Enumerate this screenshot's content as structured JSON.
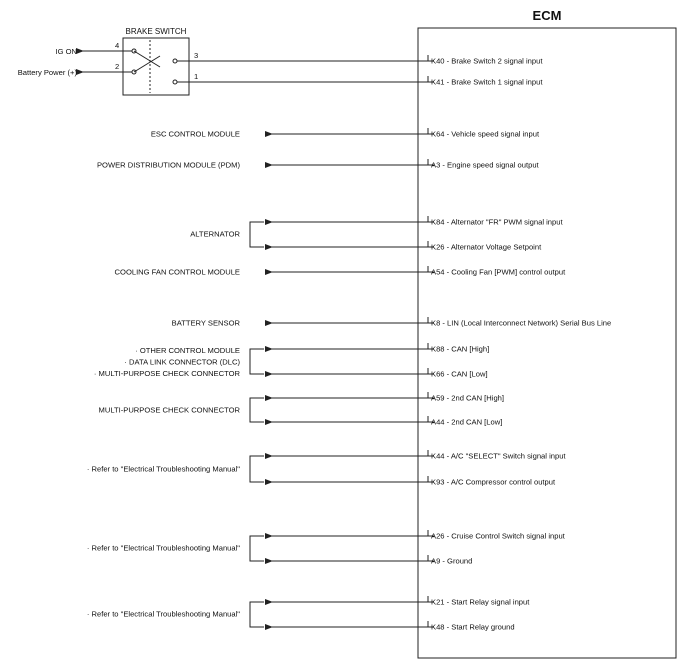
{
  "ecm": {
    "title": "ECM"
  },
  "brake_switch": {
    "title": "BRAKE SWITCH",
    "left_terminals": [
      {
        "pin": "4",
        "label": "IG ON"
      },
      {
        "pin": "2",
        "label": "Battery Power (+)"
      }
    ],
    "right_terminals": [
      {
        "pin": "3"
      },
      {
        "pin": "1"
      }
    ]
  },
  "signals": [
    {
      "label": "K40 - Brake Switch 2 signal input"
    },
    {
      "label": "K41 - Brake Switch 1 signal input"
    },
    {
      "label": "K64 - Vehicle speed signal input"
    },
    {
      "label": "A3 - Engine speed signal output"
    },
    {
      "label": "K84 - Alternator \"FR\" PWM signal input"
    },
    {
      "label": "K26 - Alternator Voltage Setpoint"
    },
    {
      "label": "A54 - Cooling Fan [PWM] control output"
    },
    {
      "label": "K8 - LIN (Local Interconnect Network) Serial Bus Line"
    },
    {
      "label": "K88 - CAN [High]"
    },
    {
      "label": "K66 - CAN [Low]"
    },
    {
      "label": "A59 - 2nd CAN [High]"
    },
    {
      "label": "A44 - 2nd CAN [Low]"
    },
    {
      "label": "K44 - A/C \"SELECT\" Switch signal input"
    },
    {
      "label": "K93 - A/C Compressor control output"
    },
    {
      "label": "A26 - Cruise Control Switch signal input"
    },
    {
      "label": "A9 - Ground"
    },
    {
      "label": "K21 - Start Relay signal input"
    },
    {
      "label": "K48 - Start Relay ground"
    }
  ],
  "modules": [
    {
      "lines": [
        "ESC CONTROL MODULE"
      ]
    },
    {
      "lines": [
        "POWER DISTRIBUTION MODULE (PDM)"
      ]
    },
    {
      "lines": [
        "ALTERNATOR"
      ]
    },
    {
      "lines": [
        "COOLING FAN CONTROL MODULE"
      ]
    },
    {
      "lines": [
        "BATTERY SENSOR"
      ]
    },
    {
      "lines": [
        "· OTHER CONTROL MODULE",
        "· DATA LINK CONNECTOR (DLC)",
        "· MULTI-PURPOSE CHECK CONNECTOR"
      ]
    },
    {
      "lines": [
        "MULTI-PURPOSE CHECK CONNECTOR"
      ]
    },
    {
      "lines": [
        "· Refer to \"Electrical Troubleshooting Manual\""
      ]
    },
    {
      "lines": [
        "· Refer to \"Electrical Troubleshooting Manual\""
      ]
    },
    {
      "lines": [
        "· Refer to \"Electrical Troubleshooting Manual\""
      ]
    }
  ]
}
